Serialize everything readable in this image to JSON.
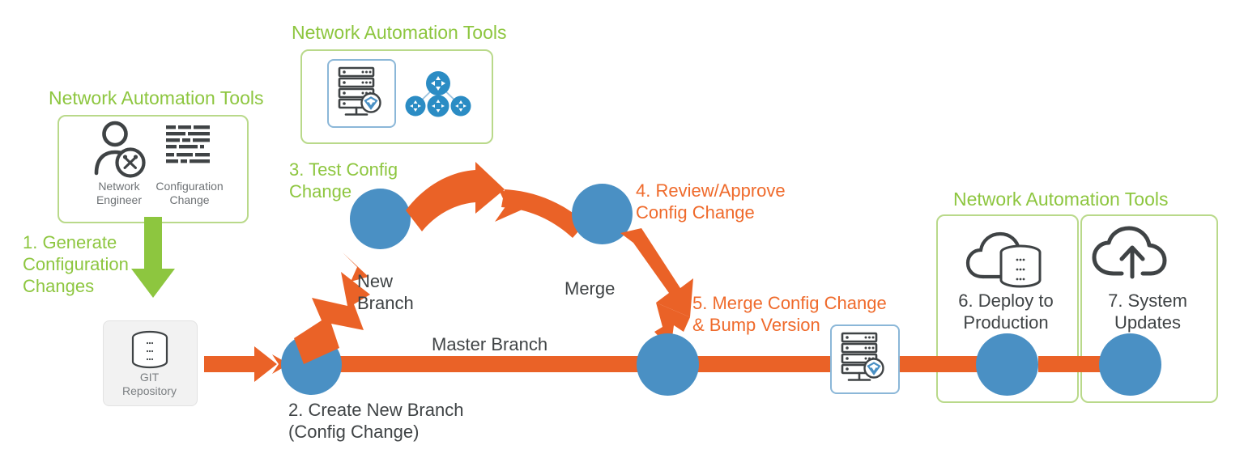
{
  "diagram": {
    "title_network_automation_tools": "Network Automation Tools",
    "colors": {
      "green": "#8dc63f",
      "green_border": "#b9d98a",
      "orange": "#ea6227",
      "orange_text": "#ef6a2b",
      "blue_node": "#4a90c4",
      "dark_text": "#3f4345",
      "icon_gray": "#3f4345",
      "caption_gray": "#6e7275",
      "git_box_bg": "#f2f2f2",
      "blue_border": "#8bb7d8"
    }
  },
  "groups": {
    "engineer_tools": {
      "title": "Network Automation Tools",
      "icons": [
        {
          "name": "network-engineer-icon",
          "caption_line1": "Network",
          "caption_line2": "Engineer"
        },
        {
          "name": "configuration-change-icon",
          "caption_line1": "Configuration",
          "caption_line2": "Change"
        }
      ]
    },
    "test_tools": {
      "title": "Network Automation Tools",
      "icons": [
        {
          "name": "server-rack-icon",
          "caption": ""
        },
        {
          "name": "network-topology-icon",
          "caption": ""
        }
      ]
    },
    "deploy_tools": {
      "title": "Network Automation Tools",
      "boxes": [
        {
          "icon": "cloud-database-icon",
          "label_line1": "6. Deploy to",
          "label_line2": "Production"
        },
        {
          "icon": "cloud-upload-icon",
          "label_line1": "7. System",
          "label_line2": "Updates"
        }
      ]
    }
  },
  "steps": [
    {
      "id": 1,
      "text_lines": [
        "1. Generate",
        "Configuration",
        "Changes"
      ],
      "color": "green"
    },
    {
      "id": 2,
      "text_lines": [
        "2. Create New Branch",
        "(Config Change)"
      ],
      "color": "dark"
    },
    {
      "id": 3,
      "text_lines": [
        "3. Test Config",
        "Change"
      ],
      "color": "green"
    },
    {
      "id": 4,
      "text_lines": [
        "4. Review/Approve",
        "Config Change"
      ],
      "color": "orange"
    },
    {
      "id": 5,
      "text_lines": [
        "5. Merge Config Change",
        "& Bump Version"
      ],
      "color": "orange"
    },
    {
      "id": 6,
      "text_lines": [
        "6. Deploy to",
        "Production"
      ],
      "color": "dark"
    },
    {
      "id": 7,
      "text_lines": [
        "7. System",
        "Updates"
      ],
      "color": "dark"
    }
  ],
  "labels": {
    "git_repository_line1": "GIT",
    "git_repository_line2": "Repository",
    "new_branch_line1": "New",
    "new_branch_line2": "Branch",
    "merge": "Merge",
    "master_branch": "Master Branch"
  },
  "step1": {
    "line1": "1. Generate",
    "line2": "Configuration",
    "line3": "Changes"
  },
  "step2": {
    "line1": "2. Create New Branch",
    "line2": "(Config Change)"
  },
  "step3": {
    "line1": "3. Test Config",
    "line2": "Change"
  },
  "step4": {
    "line1": "4. Review/Approve",
    "line2": "Config Change"
  },
  "step5": {
    "line1": "5. Merge Config Change",
    "line2": "& Bump Version"
  },
  "step6": {
    "line1": "6. Deploy to",
    "line2": "Production"
  },
  "step7": {
    "line1": "7. System",
    "line2": "Updates"
  },
  "captions": {
    "network_engineer_1": "Network",
    "network_engineer_2": "Engineer",
    "config_change_1": "Configuration",
    "config_change_2": "Change"
  }
}
